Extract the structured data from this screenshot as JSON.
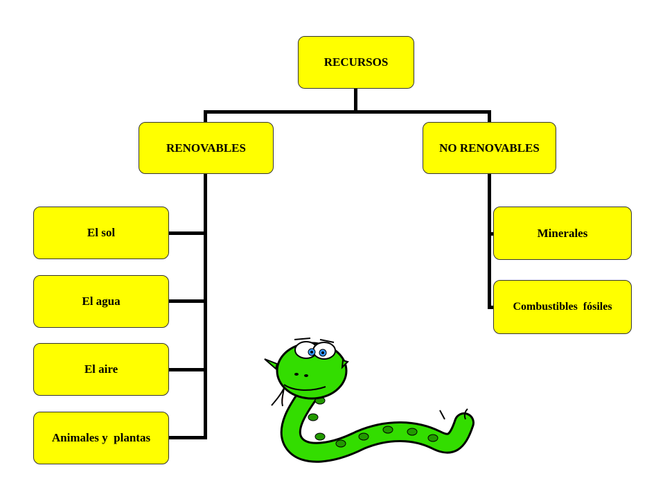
{
  "colors": {
    "box_fill": "#ffff00",
    "connector": "#000000",
    "snake_body": "#33dd00",
    "snake_spots": "#229900"
  },
  "root": {
    "label": "RECURSOS"
  },
  "renewable": {
    "label": "RENOVABLES",
    "items": [
      "El sol",
      "El agua",
      "El aire",
      "Animales y  plantas"
    ]
  },
  "non_renewable": {
    "label": "NO RENOVABLES",
    "items": [
      "Minerales",
      "Combustibles  fósiles"
    ]
  },
  "illustration": {
    "icon": "snake-cartoon-icon"
  }
}
